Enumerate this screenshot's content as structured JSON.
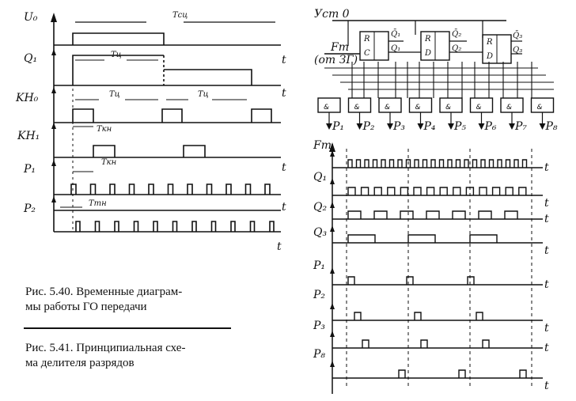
{
  "fig40": {
    "signals": [
      {
        "name": "U0",
        "label": "U₀"
      },
      {
        "name": "Q1",
        "label": "Q₁"
      },
      {
        "name": "KH0",
        "label": "KH₀"
      },
      {
        "name": "KH1",
        "label": "KH₁"
      },
      {
        "name": "P1",
        "label": "P₁"
      },
      {
        "name": "P2",
        "label": "P₂"
      }
    ],
    "t_label": "t",
    "annotations": {
      "tsc": "Tсц",
      "tc": "Tц",
      "tkn": "Tкн",
      "ttn": "Tтн"
    },
    "caption_line1": "Рис. 5.40. Временные диаграм-",
    "caption_line2": "мы работы ГО передачи"
  },
  "fig41": {
    "ust_label": "Уст 0",
    "ft_label": "Fт",
    "ot_label": "(от ЗГ)",
    "ff_labels": {
      "r": "R",
      "d": "D",
      "c": "C"
    },
    "ff_outputs": [
      {
        "q": "Q̄₁",
        "qbar": "Q₁"
      },
      {
        "q": "Q̄₂",
        "qbar": "Q₂"
      },
      {
        "q": "Q̄₃",
        "qbar": "Q₃"
      }
    ],
    "gate_symbol": "&",
    "outputs": [
      "P₁",
      "P₂",
      "P₃",
      "P₄",
      "P₅",
      "P₆",
      "P₇",
      "P₈"
    ],
    "timing_signals": [
      "Fт",
      "Q₁",
      "Q₂",
      "Q₃",
      "P₁",
      "P₂",
      "P₃",
      "P₈"
    ],
    "t_label": "t",
    "caption_line1": "Рис. 5.41. Принципиальная схе-",
    "caption_line2": "ма делителя разрядов"
  }
}
